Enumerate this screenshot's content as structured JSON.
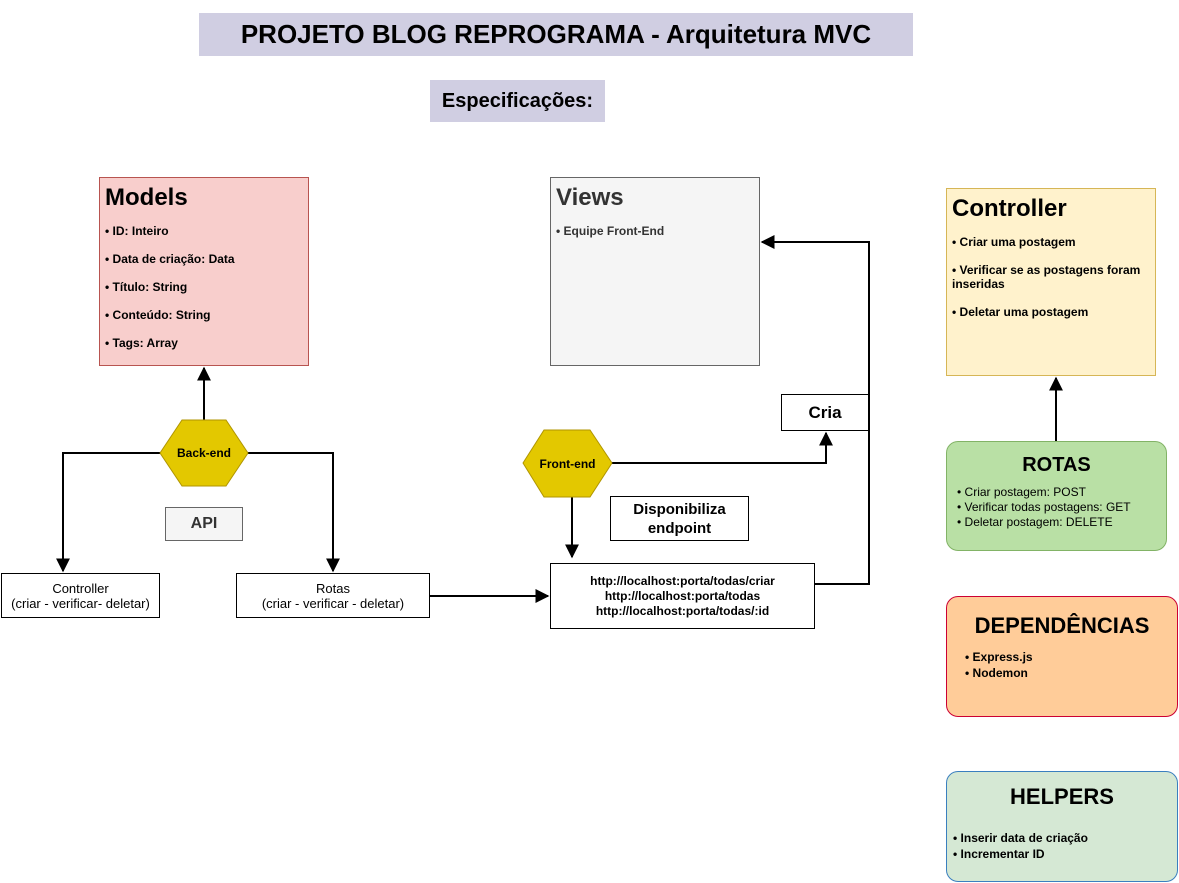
{
  "title": "PROJETO BLOG REPROGRAMA - Arquitetura MVC",
  "specs_label": "Especificações:",
  "models": {
    "title": "Models",
    "items": [
      "• ID: Inteiro",
      "• Data de criação: Data",
      "• Título: String",
      "• Conteúdo: String",
      "• Tags: Array"
    ]
  },
  "views": {
    "title": "Views",
    "items": [
      "• Equipe Front-End"
    ]
  },
  "controller_card": {
    "title": "Controller",
    "items": [
      "• Criar uma postagem",
      "• Verificar se as postagens foram inseridas",
      "• Deletar uma postagem"
    ]
  },
  "rotas_card": {
    "title": "ROTAS",
    "items": [
      "• Criar postagem: POST",
      "• Verificar todas postagens: GET",
      "• Deletar postagem: DELETE"
    ]
  },
  "dependencias": {
    "title": "DEPENDÊNCIAS",
    "items": [
      "• Express.js",
      "• Nodemon"
    ]
  },
  "helpers": {
    "title": "HELPERS",
    "items": [
      "• Inserir data de criação",
      "• Incrementar ID"
    ]
  },
  "backend_label": "Back-end",
  "frontend_label": "Front-end",
  "api_label": "API",
  "controller_box": {
    "line1": "Controller",
    "line2": "(criar - verificar- deletar)"
  },
  "rotas_box": {
    "line1": "Rotas",
    "line2": "(criar - verificar - deletar)"
  },
  "urls": [
    "http://localhost:porta/todas/criar",
    "http://localhost:porta/todas",
    "http://localhost:porta/todas/:id"
  ],
  "cria_label": "Cria",
  "disponibiliza": {
    "line1": "Disponibiliza",
    "line2": "endpoint"
  },
  "colors": {
    "hex_fill": "#e3c800",
    "hex_stroke": "#b09500",
    "title_bg": "#d0cee2"
  }
}
